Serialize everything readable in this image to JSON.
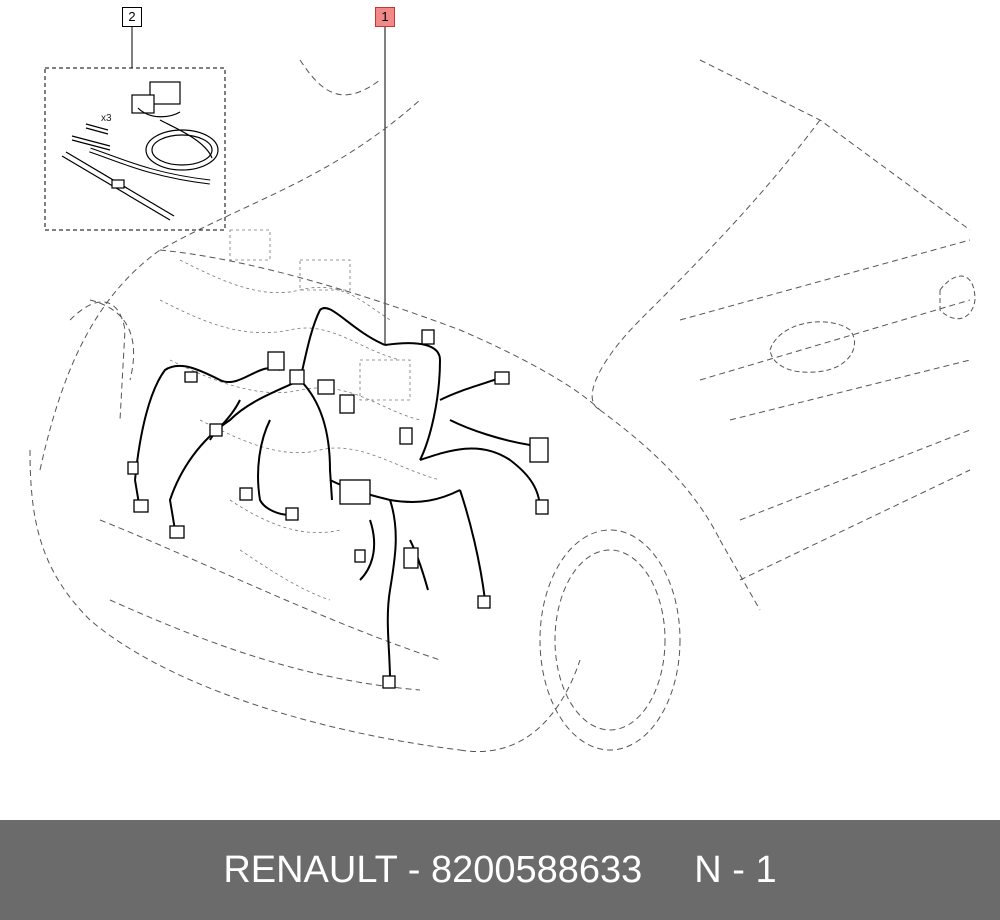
{
  "callouts": {
    "harness": "1",
    "repair_kit": "2"
  },
  "kit": {
    "quantity_label": "x3"
  },
  "footer": {
    "brand_part": "RENAULT - 8200588633",
    "quantity": "N - 1"
  },
  "colors": {
    "footer_background": "#6b6b6b",
    "footer_text": "#ffffff",
    "highlight_callout": "#f08a8a",
    "line_art": "#000000"
  }
}
